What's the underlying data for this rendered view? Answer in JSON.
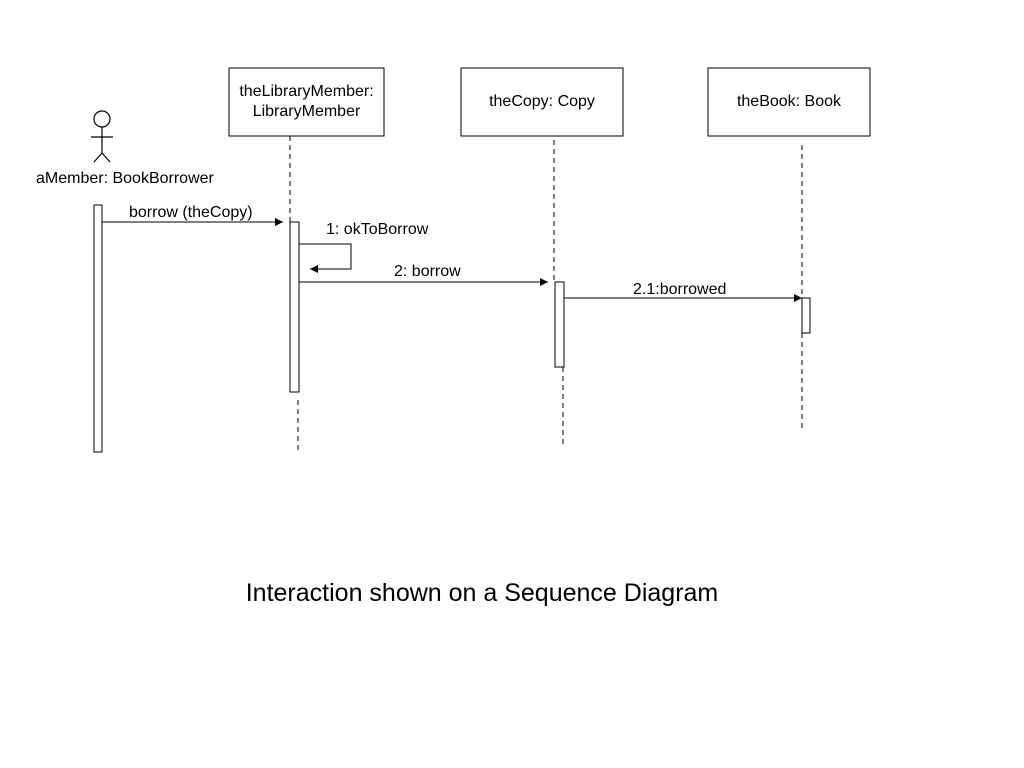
{
  "diagram": {
    "actor": {
      "label": "aMember: BookBorrower"
    },
    "participants": [
      {
        "id": "libmember",
        "label": "theLibraryMember:\nLibraryMember"
      },
      {
        "id": "copy",
        "label": "theCopy: Copy"
      },
      {
        "id": "book",
        "label": "theBook: Book"
      }
    ],
    "messages": [
      {
        "from": "aMember",
        "to": "theLibraryMember",
        "label": "borrow (theCopy)"
      },
      {
        "from": "theLibraryMember",
        "to": "theLibraryMember",
        "label": "1: okToBorrow"
      },
      {
        "from": "theLibraryMember",
        "to": "theCopy",
        "label": "2: borrow"
      },
      {
        "from": "theCopy",
        "to": "theBook",
        "label": "2.1:borrowed"
      }
    ]
  },
  "caption": "Interaction shown on a Sequence Diagram"
}
